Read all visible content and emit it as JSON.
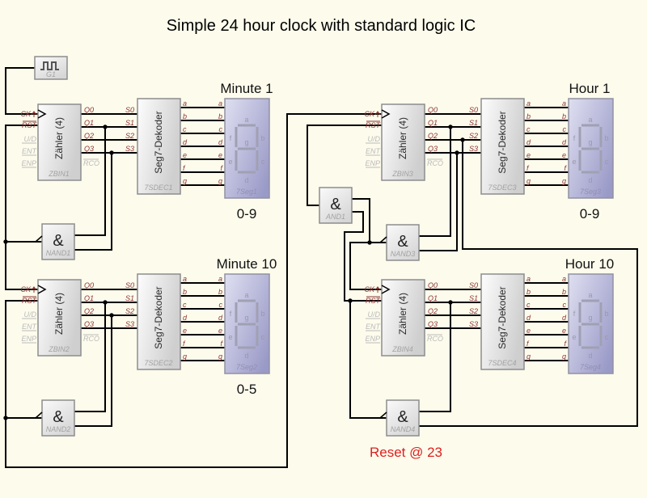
{
  "title": "Simple 24 hour clock with standard logic IC",
  "note": "Reset @ 23",
  "clock": {
    "ref": "G1"
  },
  "labels": {
    "counter": "Zähler (4)",
    "decoder": "Seg7-Dekoder"
  },
  "pins": {
    "counter_left": [
      "CK",
      "RST",
      "U/D",
      "ENT",
      "ENP"
    ],
    "counter_right": [
      "Q0",
      "Q1",
      "Q2",
      "Q3",
      "RCO"
    ],
    "decoder_in": [
      "S0",
      "S1",
      "S2",
      "S3"
    ],
    "seg": [
      "a",
      "b",
      "c",
      "d",
      "e",
      "f",
      "g"
    ]
  },
  "sections": [
    {
      "title": "Minute 1",
      "range": "0-9",
      "counter_ref": "ZBIN1",
      "decoder_ref": "7SDEC1",
      "display_ref": "7Seg1"
    },
    {
      "title": "Minute 10",
      "range": "0-5",
      "counter_ref": "ZBIN2",
      "decoder_ref": "7SDEC2",
      "display_ref": "7Seg2"
    },
    {
      "title": "Hour 1",
      "range": "0-9",
      "counter_ref": "ZBIN3",
      "decoder_ref": "7SDEC3",
      "display_ref": "7Seg3"
    },
    {
      "title": "Hour 10",
      "range": "",
      "counter_ref": "ZBIN4",
      "decoder_ref": "7SDEC4",
      "display_ref": "7Seg4"
    }
  ],
  "gates": [
    {
      "ref": "NAND1",
      "symbol": "&"
    },
    {
      "ref": "NAND2",
      "symbol": "&"
    },
    {
      "ref": "AND1",
      "symbol": "&"
    },
    {
      "ref": "NAND3",
      "symbol": "&"
    },
    {
      "ref": "NAND4",
      "symbol": "&"
    }
  ],
  "colors": {
    "background": "#fdfbec",
    "wire": "#000000",
    "pin_label": "#8b3434",
    "disabled_pin": "#bbbbbb",
    "display_gradient_from": "#dfdff1",
    "display_gradient_to": "#9a9ac8",
    "note_red": "#dd2020"
  }
}
